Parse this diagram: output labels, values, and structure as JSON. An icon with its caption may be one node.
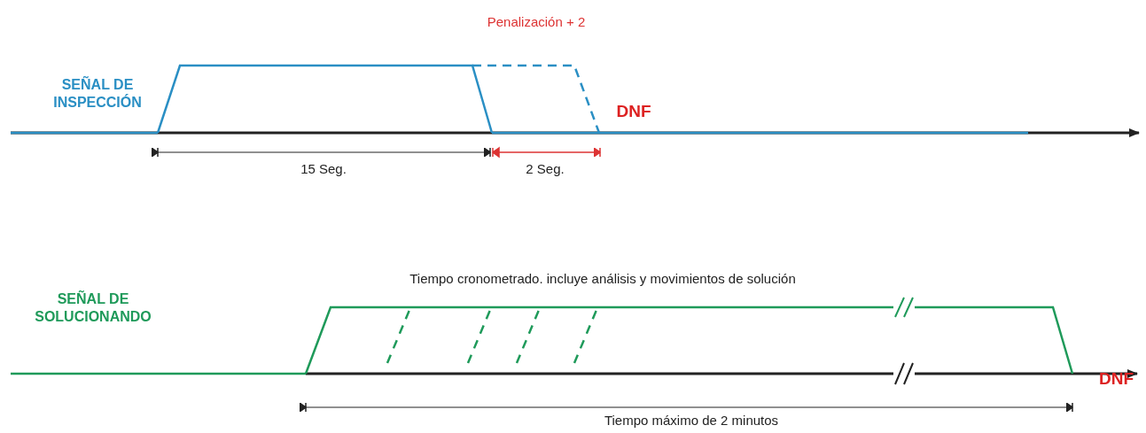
{
  "diagram": {
    "labels": [
      "SEÑAL DE INSPECCIÓN",
      "Penalización + 2",
      "DNF",
      "15 Seg.",
      "2 Seg.",
      "Tiempo cronometrado. incluye análisis y movimientos de solución",
      "SEÑAL DE SOLUCIONANDO",
      "DNF",
      "Tiempo máximo de 2 minutos"
    ]
  }
}
